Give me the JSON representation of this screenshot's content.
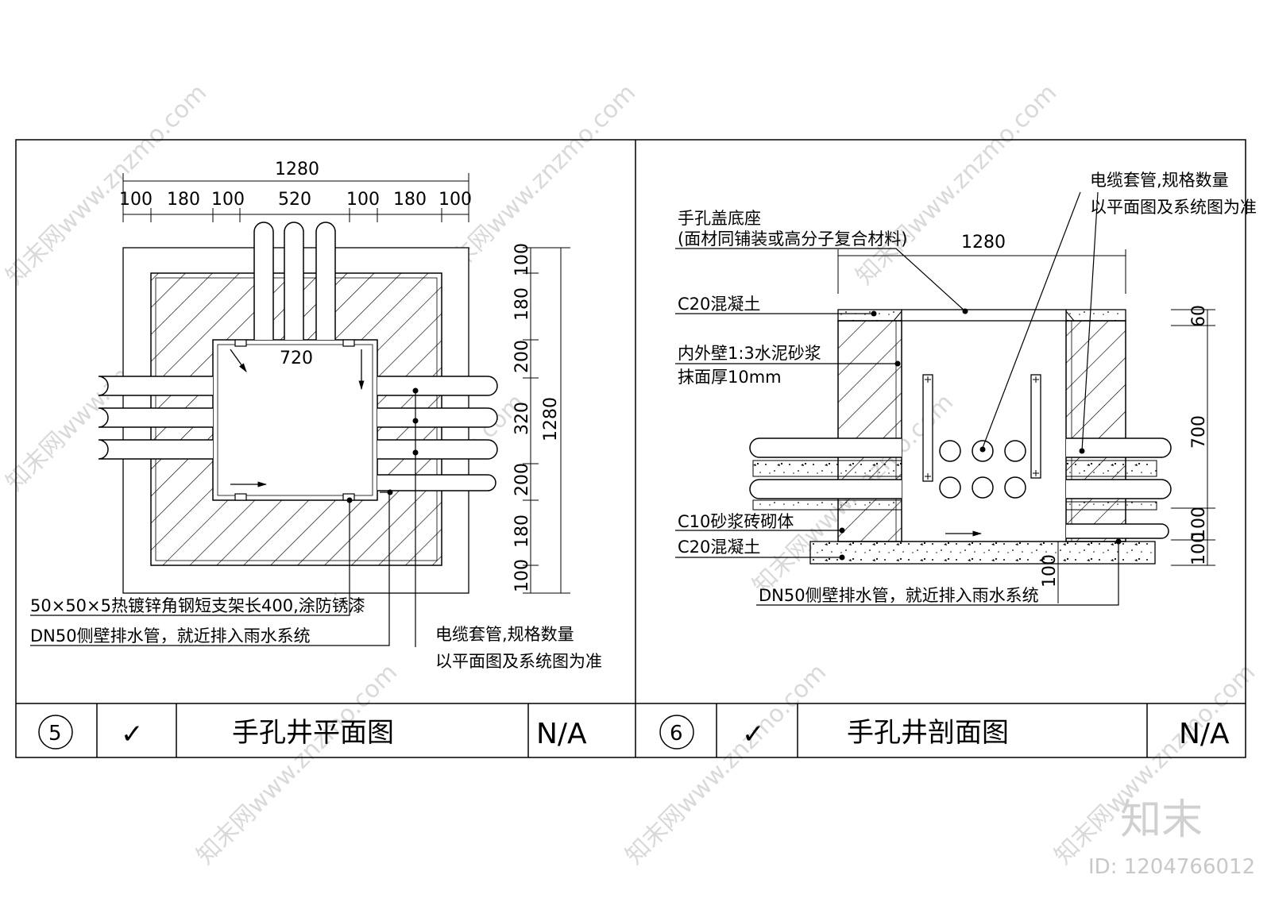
{
  "watermark": {
    "site_text": "知末网www.znzmo.com",
    "logo_text": "知末",
    "id_text": "ID: 1204766012"
  },
  "plan": {
    "dims_top_total": "1280",
    "dims_top_parts": [
      "100",
      "180",
      "100",
      "520",
      "100",
      "180",
      "100"
    ],
    "dim_inner": "720",
    "dims_right_parts": [
      "100",
      "180",
      "200",
      "320",
      "200",
      "180",
      "100"
    ],
    "dims_right_total": "1280",
    "note_bracket": "50×50×5热镀锌角钢短支架长400,涂防锈漆",
    "note_drain": "DN50侧壁排水管，就近排入雨水系统",
    "note_sleeve_line1": "电缆套管,规格数量",
    "note_sleeve_line2": "以平面图及系统图为准",
    "title_number": "5",
    "title_check": "✓",
    "title_text": "手孔井平面图",
    "title_scale": "N/A"
  },
  "section": {
    "note_sleeve_line1": "电缆套管,规格数量",
    "note_sleeve_line2": "以平面图及系统图为准",
    "note_cover_line1": "手孔盖底座",
    "note_cover_line2": "(面材同铺装或高分子复合材料)",
    "dim_top": "1280",
    "note_c20_top": "C20混凝土",
    "note_wall_line1": "内外壁1:3水泥砂浆",
    "note_wall_line2": "抹面厚10mm",
    "note_c10": "C10砂浆砖砌体",
    "note_c20_bottom": "C20混凝土",
    "note_drain": "DN50侧壁排水管，就近排入雨水系统",
    "dims_right": [
      "60",
      "700",
      "100",
      "100"
    ],
    "dim_bottom": "100",
    "title_number": "6",
    "title_check": "✓",
    "title_text": "手孔井剖面图",
    "title_scale": "N/A"
  }
}
